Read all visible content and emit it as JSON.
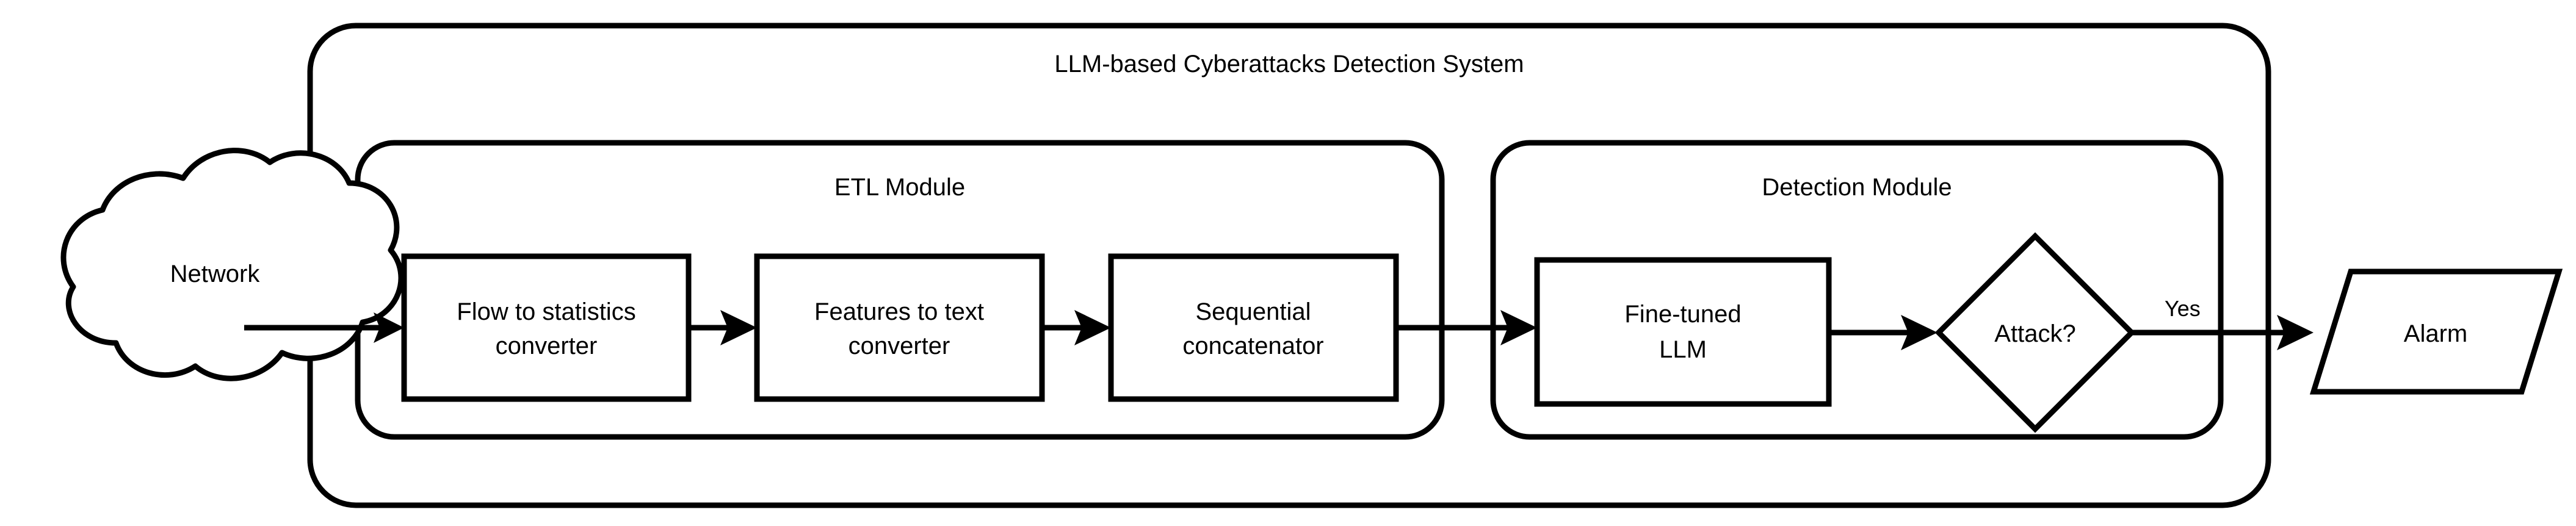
{
  "diagram": {
    "title": "LLM-based Cyberattacks Detection System",
    "background_color": "#ffffff",
    "stroke_color": "#000000",
    "containers": [
      {
        "id": "system",
        "label": "LLM-based Cyberattacks Detection System",
        "shape": "rounded-rectangle"
      },
      {
        "id": "etl",
        "label": "ETL Module",
        "shape": "rounded-rectangle"
      },
      {
        "id": "detection",
        "label": "Detection Module",
        "shape": "rounded-rectangle"
      }
    ],
    "nodes": [
      {
        "id": "network",
        "label": "Network",
        "shape": "cloud"
      },
      {
        "id": "flow-to-statistics",
        "label_line1": "Flow to statistics",
        "label_line2": "converter",
        "shape": "rectangle"
      },
      {
        "id": "features-to-text",
        "label_line1": "Features to text",
        "label_line2": "converter",
        "shape": "rectangle"
      },
      {
        "id": "sequential-concatenator",
        "label_line1": "Sequential",
        "label_line2": "concatenator",
        "shape": "rectangle"
      },
      {
        "id": "fine-tuned-llm",
        "label_line1": "Fine-tuned",
        "label_line2": "LLM",
        "shape": "rectangle"
      },
      {
        "id": "attack-decision",
        "label": "Attack?",
        "shape": "diamond"
      },
      {
        "id": "alarm",
        "label": "Alarm",
        "shape": "parallelogram"
      }
    ],
    "edges": [
      {
        "id": "network-to-flow",
        "from": "network",
        "to": "flow-to-statistics",
        "label": ""
      },
      {
        "id": "flow-to-features",
        "from": "flow-to-statistics",
        "to": "features-to-text",
        "label": ""
      },
      {
        "id": "features-to-sequential",
        "from": "features-to-text",
        "to": "sequential-concatenator",
        "label": ""
      },
      {
        "id": "sequential-to-llm",
        "from": "sequential-concatenator",
        "to": "fine-tuned-llm",
        "label": ""
      },
      {
        "id": "llm-to-attack",
        "from": "fine-tuned-llm",
        "to": "attack-decision",
        "label": ""
      },
      {
        "id": "attack-to-alarm",
        "from": "attack-decision",
        "to": "alarm",
        "label": "Yes"
      }
    ]
  }
}
